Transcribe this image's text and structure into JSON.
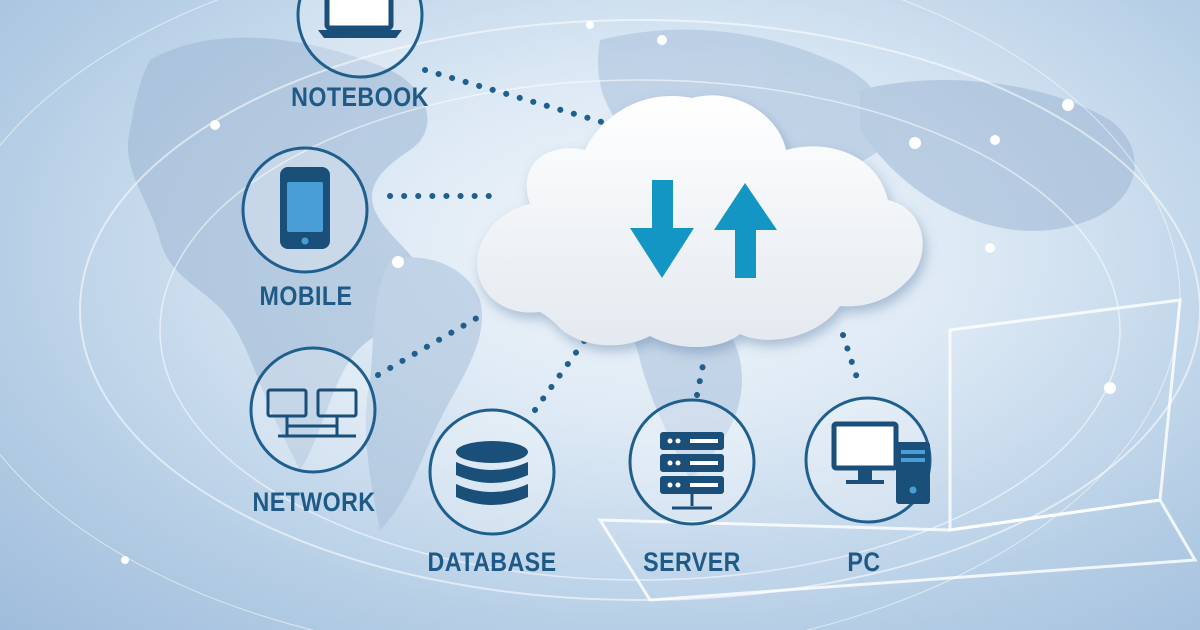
{
  "colors": {
    "ring": "#1f5f8e",
    "icon_dark": "#1a4f7a",
    "icon_fill": "#4a9ed6",
    "arrow": "#1496c4",
    "label": "#1f5a86",
    "cloud": "#fbfcfd"
  },
  "center": {
    "name": "cloud",
    "icon": "upload-download-arrows-icon"
  },
  "nodes": [
    {
      "id": "notebook",
      "label": "NOTEBOOK",
      "icon": "laptop-icon"
    },
    {
      "id": "mobile",
      "label": "MOBILE",
      "icon": "smartphone-icon"
    },
    {
      "id": "network",
      "label": "NETWORK",
      "icon": "network-icon"
    },
    {
      "id": "database",
      "label": "DATABASE",
      "icon": "database-icon"
    },
    {
      "id": "server",
      "label": "SERVER",
      "icon": "server-icon"
    },
    {
      "id": "pc",
      "label": "PC",
      "icon": "desktop-pc-icon"
    }
  ]
}
